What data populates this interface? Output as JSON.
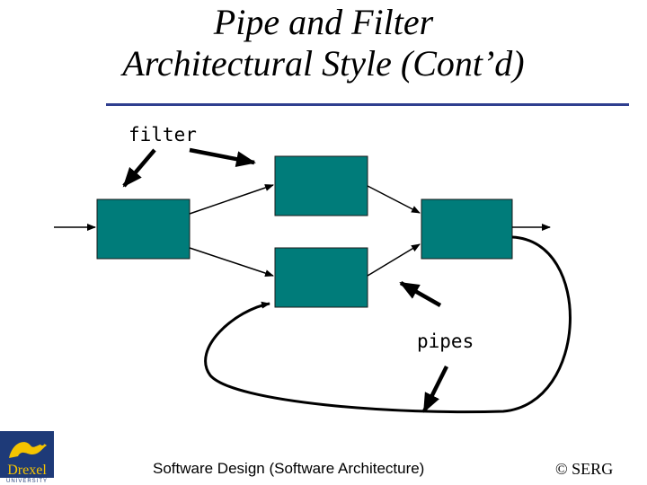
{
  "slide": {
    "title_line1": "Pipe and Filter",
    "title_line2": "Architectural Style (Cont’d)",
    "accent_color": "#2f3e8f"
  },
  "diagram": {
    "filter_label": "filter",
    "pipes_label": "pipes",
    "filter_color": "#007c7a",
    "filters": [
      {
        "id": "f1"
      },
      {
        "id": "f2"
      },
      {
        "id": "f3"
      },
      {
        "id": "f4"
      }
    ],
    "pipes": [
      {
        "from": "input",
        "to": "f1"
      },
      {
        "from": "f1",
        "to": "f2"
      },
      {
        "from": "f1",
        "to": "f3"
      },
      {
        "from": "f2",
        "to": "f4"
      },
      {
        "from": "f3",
        "to": "f4"
      },
      {
        "from": "f4",
        "to": "output"
      },
      {
        "from": "f4",
        "to": "f3",
        "kind": "feedback"
      }
    ]
  },
  "footer": {
    "course": "Software Design (Software Architecture)",
    "copyright": "© SERG"
  },
  "logo": {
    "name": "Drexel",
    "subtitle": "UNIVERSITY",
    "color": "#1e3a78",
    "text_color": "#f5c400"
  }
}
